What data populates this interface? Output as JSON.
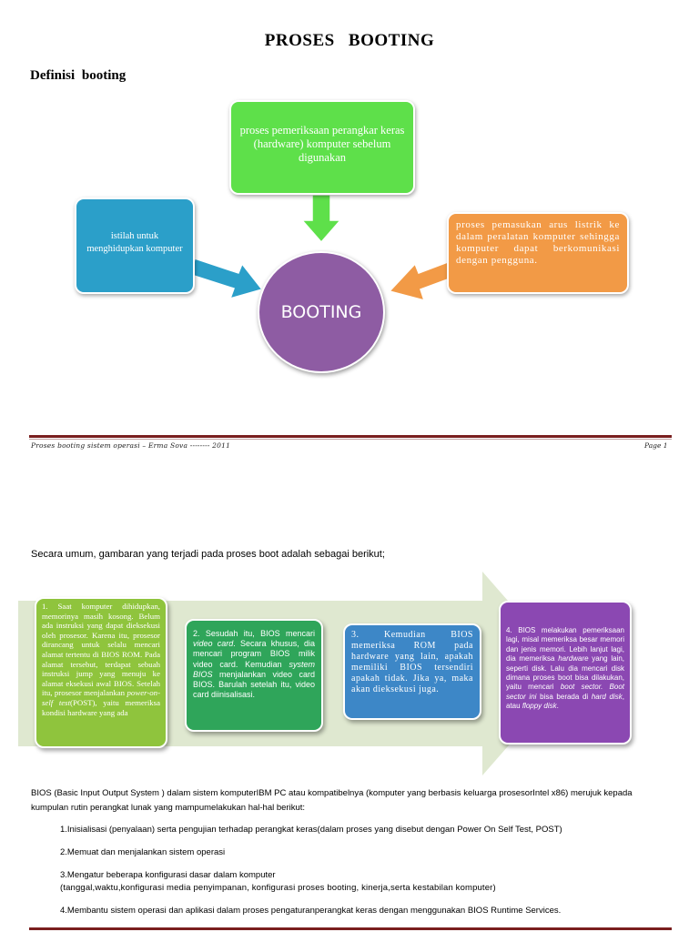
{
  "title": "PROSES BOOTING",
  "subtitle": "Definisi booting",
  "diagram1": {
    "center": "BOOTING",
    "top": "proses pemeriksaan perangkar keras (hardware) komputer sebelum digunakan",
    "left": "istilah untuk menghidupkan komputer",
    "right": "proses pemasukan arus listrik ke dalam peralatan komputer sehingga komputer dapat berkomunikasi dengan pengguna.",
    "colors": {
      "top": "#5ee04a",
      "left": "#2b9fc9",
      "right": "#f29a46",
      "center": "#8e5ca3"
    }
  },
  "footer": {
    "left": "Proses booting sistem operasi – Erma Sova -------- 2011",
    "right": "Page 1"
  },
  "intro": "Secara umum, gambaran yang terjadi pada proses boot adalah sebagai berikut;",
  "steps": {
    "s1": "1. Saat komputer dihidupkan, memorinya masih kosong. Belum ada instruksi yang dapat dieksekusi oleh prosesor. Karena itu, prosesor dirancang untuk selalu mencari alamat tertentu di BIOS ROM. Pada alamat tersebut, terdapat sebuah instruksi jump yang menuju ke alamat eksekusi awal BIOS. Setelah itu, prosesor menjalankan",
    "s1_italic": "power-on-self test",
    "s1_tail": "(POST), yaitu memeriksa kondisi hardware yang ada",
    "s2_a": "2. Sesudah itu, BIOS mencari",
    "s2_italic1": "video card",
    "s2_b": ". Secara khusus, dia mencari program BIOS milik video card. Kemudian",
    "s2_italic2": "system BIOS",
    "s2_c": "menjalankan video card BIOS. Barulah setelah itu, video card diinisalisasi.",
    "s3": "3. Kemudian BIOS memeriksa ROM pada hardware yang lain, apakah memiliki BIOS tersendiri apakah tidak. Jika ya, maka akan dieksekusi juga.",
    "s4_a": "4. BIOS melakukan pemeriksaan lagi, misal memeriksa besar memori dan jenis memori. Lebih lanjut lagi, dia memeriksa",
    "s4_i1": "hardware",
    "s4_b": "yang lain, seperti disk. Lalu dia mencari disk dimana proses boot bisa dilakukan, yaitu mencari",
    "s4_i2": "boot sector. Boot sector ini",
    "s4_c": "bisa berada di",
    "s4_i3": "hard disk",
    "s4_d": ", atau",
    "s4_i4": "floppy disk",
    "s4_e": ".",
    "colors": {
      "s1": "#8fc43d",
      "s2": "#2fa55a",
      "s3": "#3d87c7",
      "s4": "#8b48b2",
      "arrow": "#dfe8d0"
    }
  },
  "paragraph": "BIOS (Basic Input Output System ) dalam sistem komputerIBM PC atau kompatibelnya (komputer yang berbasis keluarga prosesorIntel x86) merujuk kepada kumpulan rutin perangkat lunak yang mampumelakukan hal-hal berikut:",
  "list": {
    "i1": "1.Inisialisasi (penyalaan) serta pengujian terhadap perangkat keras(dalam proses yang disebut dengan Power On Self Test, POST)",
    "i2": "2.Memuat dan menjalankan sistem operasi",
    "i3a": "3.Mengatur beberapa konfigurasi dasar dalam komputer",
    "i3b": "(tanggal,waktu,konfigurasi media penyimpanan, konfigurasi proses booting, kinerja,serta kestabilan komputer)",
    "i4": "4.Membantu sistem operasi dan aplikasi dalam proses pengaturanperangkat keras dengan menggunakan BIOS Runtime Services."
  }
}
